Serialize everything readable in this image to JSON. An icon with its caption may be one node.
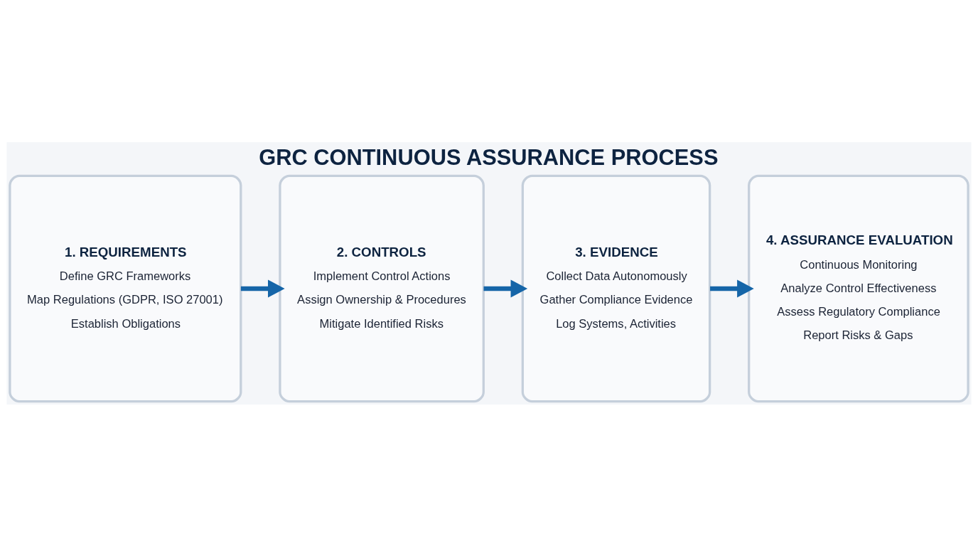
{
  "diagram": {
    "title": "GRC CONTINUOUS ASSURANCE PROCESS",
    "nodes": [
      {
        "text": [
          "1. REQUIREMENTS",
          "Define GRC Frameworks",
          "Map Regulations (GDPR, ISO 27001)",
          "Establish Obligations"
        ]
      },
      {
        "text": [
          "2. CONTROLS",
          "Implement Control Actions",
          "Assign Ownership & Procedures",
          "Mitigate Identified Risks"
        ]
      },
      {
        "text": [
          "3. EVIDENCE",
          "Collect Data Autonomously",
          "Gather Compliance Evidence",
          "Log Systems, Activities"
        ]
      },
      {
        "text": [
          "4. ASSURANCE EVALUATION",
          "Continuous Monitoring",
          "Analyze Control Effectiveness",
          "Assess Regulatory Compliance",
          "Report Risks & Gaps"
        ]
      }
    ],
    "edges": [
      {
        "from": 0,
        "to": 1,
        "arrow": "to"
      },
      {
        "from": 1,
        "to": 2,
        "arrow": "to"
      },
      {
        "from": 2,
        "to": 3,
        "arrow": "to"
      }
    ]
  }
}
